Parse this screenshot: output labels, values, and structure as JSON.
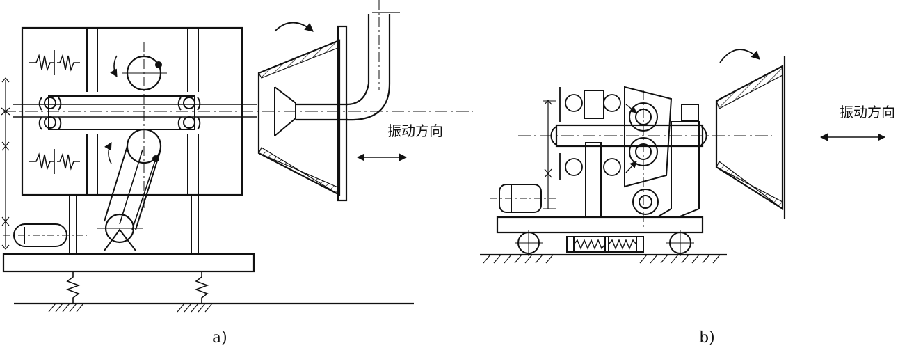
{
  "figure_a": {
    "direction_label": "振动方向",
    "caption": "a)"
  },
  "figure_b": {
    "direction_label": "振动方向",
    "caption": "b)"
  },
  "colors": {
    "line": "#111111",
    "background": "#ffffff"
  }
}
